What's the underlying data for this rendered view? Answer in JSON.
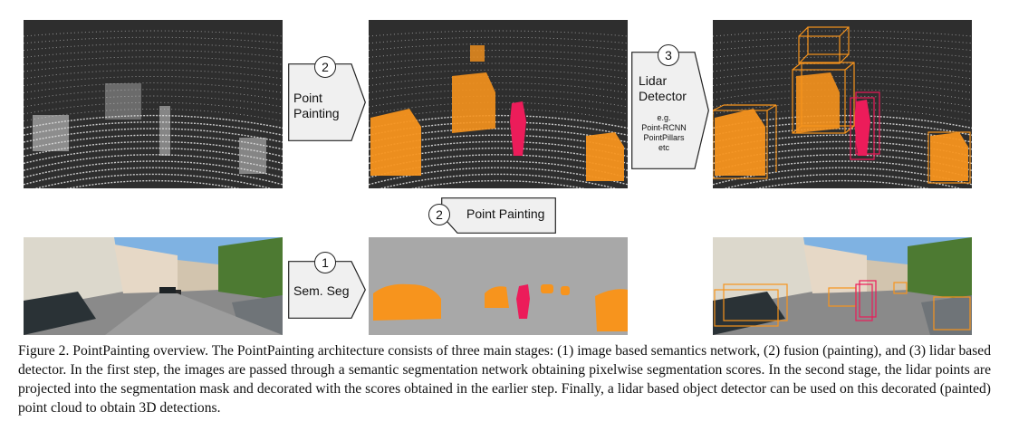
{
  "steps": {
    "sem_seg": {
      "number": "1",
      "label": "Sem. Seg"
    },
    "point_painting_top": {
      "number": "2",
      "label": "Point\nPainting"
    },
    "point_painting_mid": {
      "number": "2",
      "label": "Point Painting"
    },
    "lidar_detector": {
      "number": "3",
      "label": "Lidar\nDetector",
      "examples": "e.g.\nPoint-RCNN\nPointPillars\netc"
    }
  },
  "colors": {
    "car": "#f7941d",
    "pedestrian": "#ec1c5a",
    "lidar_bg": "#2e2e2e",
    "mask_bg": "#a8a8a8",
    "arrow_fill": "#f0f0f0"
  },
  "caption": {
    "title": "Figure 2. PointPainting overview.",
    "text": "The PointPainting architecture consists of three main stages: (1) image based semantics network, (2) fusion (painting), and (3) lidar based detector. In the first step, the images are passed through a semantic segmentation network obtaining pixelwise segmentation scores. In the second stage, the lidar points are projected into the segmentation mask and decorated with the scores obtained in the earlier step. Finally, a lidar based object detector can be used on this decorated (painted) point cloud to obtain 3D detections."
  }
}
